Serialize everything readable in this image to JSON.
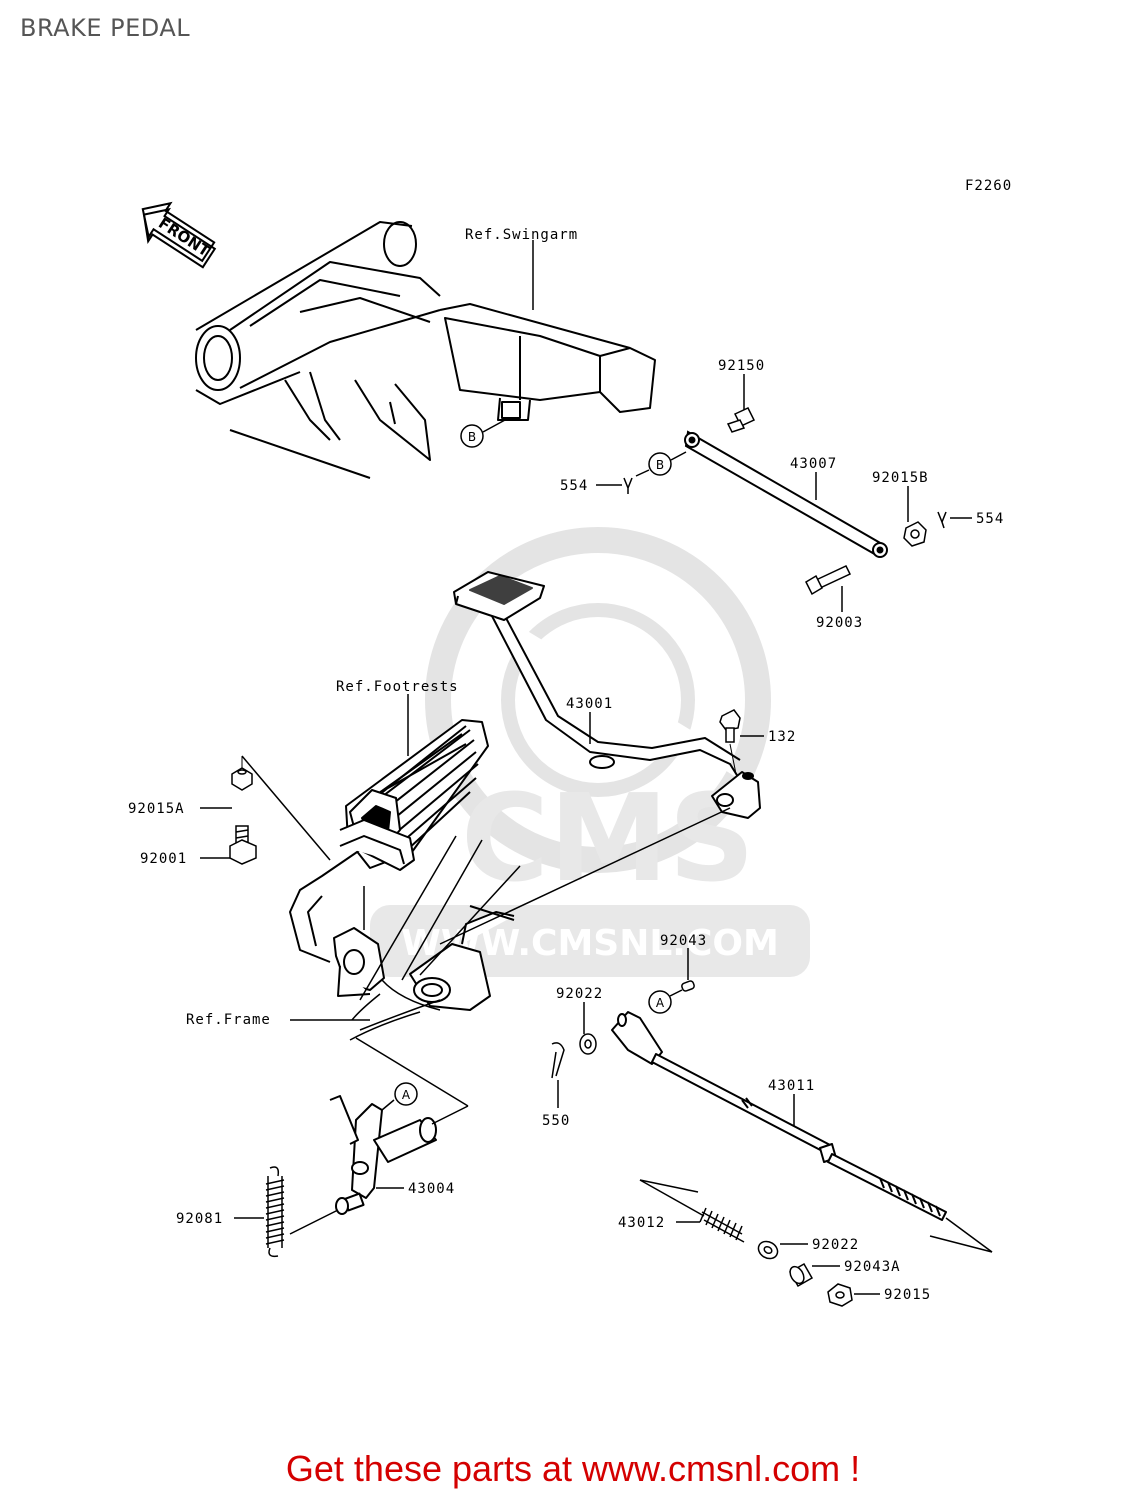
{
  "title": "BRAKE PEDAL",
  "figure_code": "F2260",
  "front_arrow_label": "FRONT",
  "watermark_text": "WWW.CMSNL.COM",
  "watermark_logo": "CMS",
  "refs": {
    "swingarm": "Ref.Swingarm",
    "footrests": "Ref.Footrests",
    "frame": "Ref.Frame"
  },
  "callouts": {
    "a": "A",
    "b": "B"
  },
  "parts": {
    "p92150": "92150",
    "p43007": "43007",
    "p92015B": "92015B",
    "p554_left": "554",
    "p554_right": "554",
    "p92003": "92003",
    "p43001": "43001",
    "p132": "132",
    "p92015A": "92015A",
    "p92001": "92001",
    "p92043": "92043",
    "p92022_top": "92022",
    "p550": "550",
    "p43011": "43011",
    "p43004": "43004",
    "p92081": "92081",
    "p43012": "43012",
    "p92022_bottom": "92022",
    "p92043A": "92043A",
    "p92015": "92015"
  },
  "footer": {
    "prefix": "Get these parts at ",
    "link_text": "www.cmsnl.com",
    "suffix": " !"
  },
  "colors": {
    "title": "#555555",
    "promo": "#d40000",
    "watermark": "#e6e6e6",
    "line": "#000000"
  }
}
